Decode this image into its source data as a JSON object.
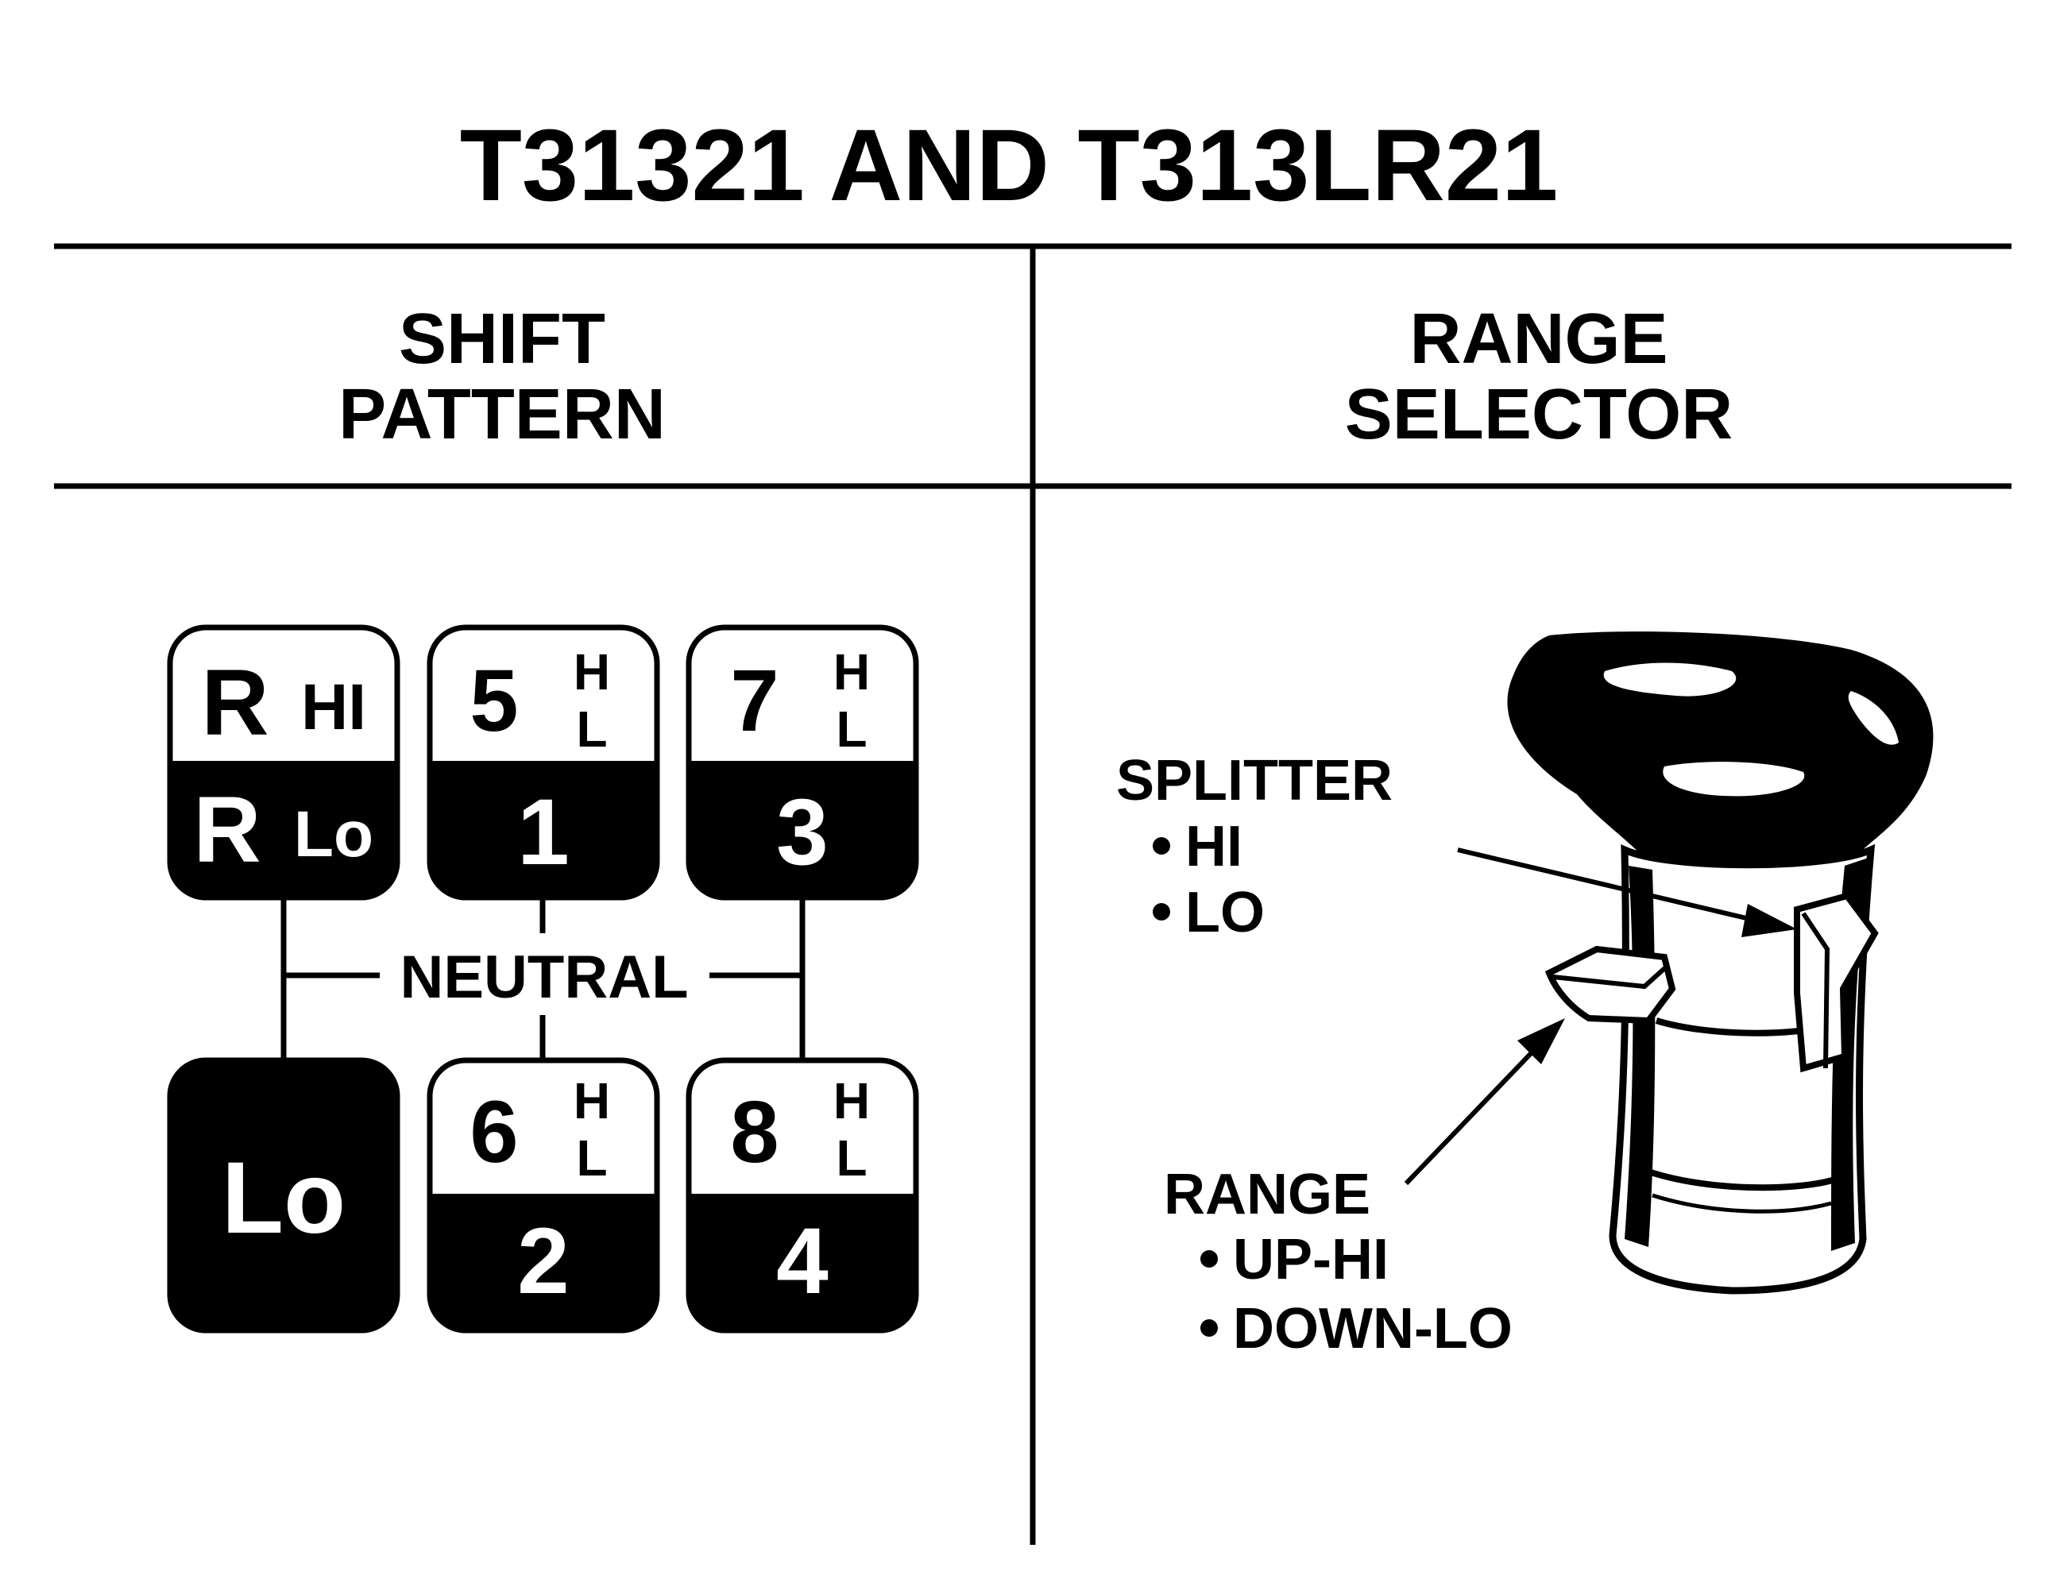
{
  "title": "T31321 AND T313LR21",
  "headers": {
    "left": [
      "SHIFT",
      "PATTERN"
    ],
    "right": [
      "RANGE",
      "SELECTOR"
    ]
  },
  "shift_pattern": {
    "cells": {
      "top_left": {
        "upper_main": "R",
        "upper_sub": "HI",
        "lower_main": "R",
        "lower_sub": "Lo"
      },
      "top_mid": {
        "upper": "5",
        "h": "H",
        "l": "L",
        "lower": "1"
      },
      "top_right": {
        "upper": "7",
        "h": "H",
        "l": "L",
        "lower": "3"
      },
      "bot_left": {
        "label": "Lo"
      },
      "bot_mid": {
        "upper": "6",
        "h": "H",
        "l": "L",
        "lower": "2"
      },
      "bot_right": {
        "upper": "8",
        "h": "H",
        "l": "L",
        "lower": "4"
      }
    },
    "neutral": "NEUTRAL"
  },
  "range_selector": {
    "splitter": {
      "title": "SPLITTER",
      "items": [
        "HI",
        "LO"
      ]
    },
    "range": {
      "title": "RANGE",
      "items": [
        "UP-HI",
        "DOWN-LO"
      ]
    }
  }
}
